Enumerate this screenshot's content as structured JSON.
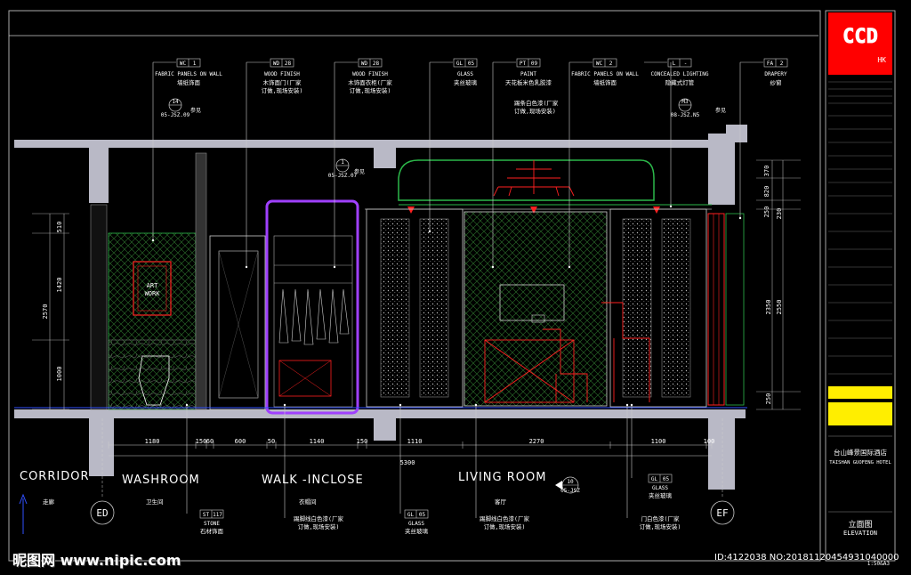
{
  "rooms": {
    "corridor": "CORRIDOR",
    "corridor_cn": "走廊",
    "washroom": "WASHROOM",
    "washroom_cn": "卫生间",
    "walkin": "WALK -INCLOSE",
    "walkin_cn": "衣帽间",
    "living": "LIVING ROOM",
    "living_cn": "客厅"
  },
  "top_tags": [
    {
      "code": "WC",
      "num": "1",
      "name": "FABRIC PANELS ON WALL",
      "cn": "墙纸饰面"
    },
    {
      "code": "WD",
      "num": "28",
      "name": "WOOD FINISH",
      "cn": "木饰面门(厂家",
      "cn2": "订做,现场安装)"
    },
    {
      "code": "WD",
      "num": "28",
      "name": "WOOD FINISH",
      "cn": "木饰面衣柜(厂家",
      "cn2": "订做,现场安装)"
    },
    {
      "code": "GL",
      "num": "05",
      "name": "GLASS",
      "cn": "夹丝玻璃"
    },
    {
      "code": "PT",
      "num": "09",
      "name": "PAINT",
      "cn": "天花板米色乳胶漆"
    },
    {
      "code": "WC",
      "num": "2",
      "name": "FABRIC PANELS ON WALL",
      "cn": "墙纸饰面"
    },
    {
      "code": "L",
      "num": "-",
      "name": "CONCEALED LIGHTING",
      "cn": "隐藏式灯管"
    },
    {
      "code": "FA",
      "num": "2",
      "name": "DRAPERY",
      "cn": "纱窗"
    }
  ],
  "top_notes": {
    "paint_note1": "踢条白色漆(厂家",
    "paint_note2": "订做,现场安装)",
    "ref1_num": "14",
    "ref1_code": "05-JSZ.09",
    "ref2_num": "1",
    "ref2_code": "05-JSZ.07",
    "ref3_num": "M3",
    "ref3_code": "08-JSZ.N5",
    "ref_cn": "参见",
    "art_work": "ART\nWORK"
  },
  "bottom_tags": [
    {
      "code": "ST",
      "num": "117",
      "name": "STONE",
      "cn": "石材饰面"
    },
    {
      "code": "",
      "num": "",
      "name": "",
      "cn": "踢脚线白色漆(厂家",
      "cn2": "订做,现场安装)"
    },
    {
      "code": "GL",
      "num": "05",
      "name": "GLASS",
      "cn": "夹丝玻璃"
    },
    {
      "code": "",
      "num": "",
      "name": "",
      "cn": "踢脚线白色漆(厂家",
      "cn2": "订做,现场安装)"
    },
    {
      "code": "",
      "num": "",
      "name": "",
      "cn": "门白色漆(厂家",
      "cn2": "订做,现场安装)"
    },
    {
      "code": "GL",
      "num": "05",
      "name": "GLASS",
      "cn": "夹丝玻璃"
    }
  ],
  "section_ref": {
    "num": "10",
    "code": "05-JSZ"
  },
  "grid_markers": [
    "ED",
    "EF"
  ],
  "dims_bottom": [
    "1180",
    "150",
    "60",
    "600",
    "50",
    "1140",
    "150",
    "1110",
    "2270",
    "1100",
    "100"
  ],
  "dims_total": "5300",
  "dims_left": [
    "2570",
    "1420",
    "1000",
    "510"
  ],
  "dims_right": [
    "2350",
    "2550",
    "250",
    "370",
    "820",
    "230",
    "250"
  ],
  "title_block": {
    "logo": "CCD",
    "logo_sub": "HK",
    "hotel_cn": "台山峰景国际酒店",
    "hotel_en": "TAISHAN GUOFENG HOTEL",
    "drawing_cn": "立面图",
    "drawing_en": "ELEVATION",
    "scale": "1:50&A3"
  },
  "watermark": "昵图网 www.nipic.com",
  "id_line": "ID:4122038 NO:20181120454931040000",
  "colors": {
    "wall": "#b9b9c6",
    "wardrobe": "#a040ff",
    "accent": "#ff2020",
    "green": "#2cb84a",
    "yellow": "#ffee00",
    "logo_bg": "#ff0000"
  }
}
